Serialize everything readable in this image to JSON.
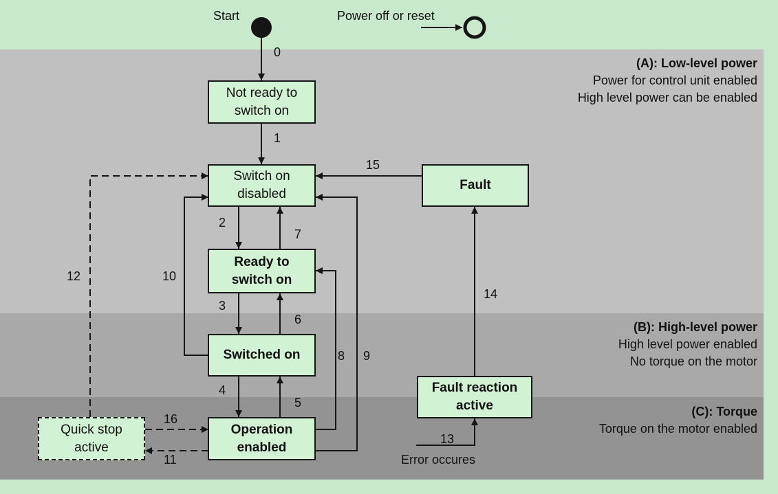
{
  "diagram": {
    "start_label": "Start",
    "end_label": "Power off or reset",
    "zones": {
      "a": {
        "title": "(A): Low-level power",
        "line1": "Power for control unit enabled",
        "line2": "High level power can be enabled"
      },
      "b": {
        "title": "(B): High-level power",
        "line1": "High level power enabled",
        "line2": "No torque on the motor"
      },
      "c": {
        "title": "(C): Torque",
        "line1": "Torque on the motor enabled"
      }
    },
    "states": {
      "not_ready": {
        "l1": "Not ready to",
        "l2": "switch on"
      },
      "switch_on_disabled": {
        "l1": "Switch on",
        "l2": "disabled"
      },
      "ready": {
        "l1": "Ready to",
        "l2": "switch on"
      },
      "switched_on": {
        "l1": "Switched on"
      },
      "operation_enabled": {
        "l1": "Operation",
        "l2": "enabled"
      },
      "quick_stop": {
        "l1": "Quick stop",
        "l2": "active"
      },
      "fault": {
        "l1": "Fault"
      },
      "fault_reaction": {
        "l1": "Fault reaction",
        "l2": "active"
      }
    },
    "transitions": {
      "t0": "0",
      "t1": "1",
      "t2": "2",
      "t3": "3",
      "t4": "4",
      "t5": "5",
      "t6": "6",
      "t7": "7",
      "t8": "8",
      "t9": "9",
      "t10": "10",
      "t11": "11",
      "t12": "12",
      "t13": "13",
      "t14": "14",
      "t15": "15",
      "t16": "16"
    },
    "error_label": "Error occures",
    "colors": {
      "background": "#c9e9cc",
      "state_fill": "#d2f2d4",
      "zone_a": "#c0c0c0",
      "zone_b": "#a9a9a9",
      "zone_c": "#939393",
      "line": "#151515"
    }
  }
}
